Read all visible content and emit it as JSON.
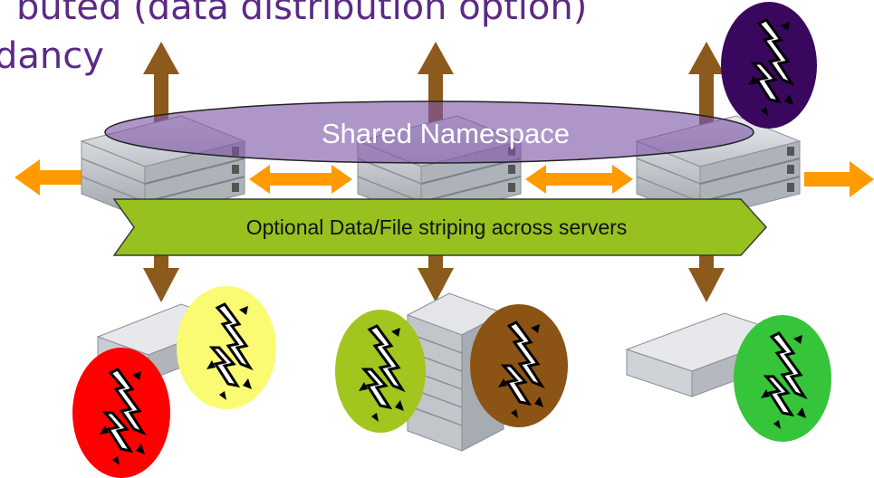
{
  "slide": {
    "heading_line1": "buted (data distribution option)",
    "heading_line2": "dancy"
  },
  "diagram": {
    "namespace_label": "Shared Namespace",
    "striping_label": "Optional Data/File striping across servers"
  },
  "colors": {
    "heading": "#5b2a86",
    "up_arrow": "#8c5a1c",
    "side_arrow": "#ff9a00",
    "namespace_ellipse": "#7e56a8",
    "striping_banner": "#96c11f",
    "disk_red": "#ff0000",
    "disk_yellow": "#fbfb73",
    "disk_lime": "#a2c61e",
    "disk_brown": "#8c5414",
    "disk_green": "#35c43a",
    "disk_purple": "#3a075e"
  },
  "icons": [
    "lightning-link-icon"
  ]
}
